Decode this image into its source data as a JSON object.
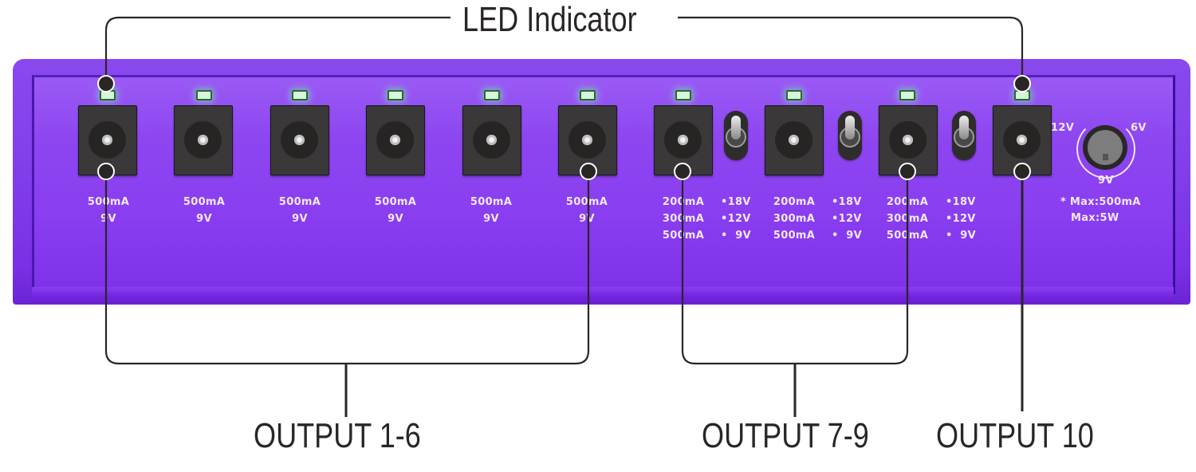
{
  "callouts": {
    "led_indicator": "LED Indicator",
    "output_1_6": "OUTPUT 1-6",
    "output_7_9": "OUTPUT 7-9",
    "output_10": "OUTPUT 10"
  },
  "outputs_1_6": [
    {
      "current": "500mA",
      "voltage": "9V"
    },
    {
      "current": "500mA",
      "voltage": "9V"
    },
    {
      "current": "500mA",
      "voltage": "9V"
    },
    {
      "current": "500mA",
      "voltage": "9V"
    },
    {
      "current": "500mA",
      "voltage": "9V"
    },
    {
      "current": "500mA",
      "voltage": "9V"
    }
  ],
  "outputs_7_9": [
    {
      "currents": [
        "200mA",
        "300mA",
        "500mA"
      ],
      "voltages": [
        "•18V",
        "•12V",
        "•  9V"
      ]
    },
    {
      "currents": [
        "200mA",
        "300mA",
        "500mA"
      ],
      "voltages": [
        "•18V",
        "•12V",
        "•  9V"
      ]
    },
    {
      "currents": [
        "200mA",
        "300mA",
        "500mA"
      ],
      "voltages": [
        "•18V",
        "•12V",
        "•  9V"
      ]
    }
  ],
  "output_10": {
    "knob_left": "12V",
    "knob_right": "6V",
    "knob_bottom": "9V",
    "max_current": "* Max:500mA",
    "max_power": "Max:5W"
  },
  "colors": {
    "chassis": "#8140ea",
    "led": "#d9f5d9",
    "led_glow": "#78ffaa",
    "label_text": "#f2e8ff",
    "callout_text": "#2a2626"
  }
}
